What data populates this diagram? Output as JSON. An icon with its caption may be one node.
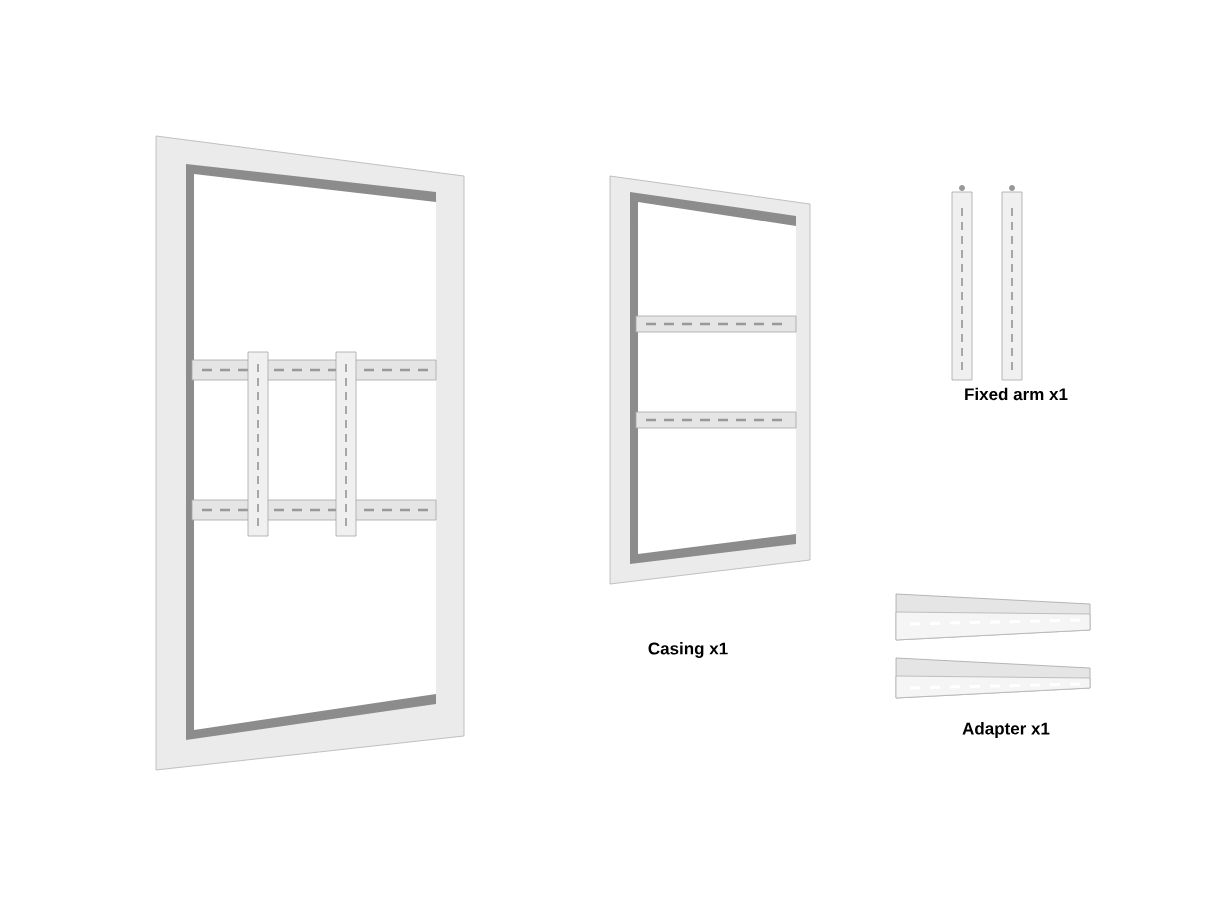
{
  "diagram": {
    "labels": [
      "Fixed arm x1",
      "Casing x1",
      "Adapter x1"
    ]
  }
}
